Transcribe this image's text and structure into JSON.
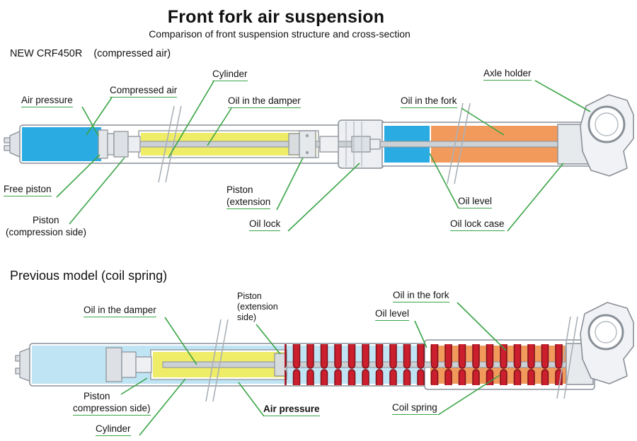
{
  "title": "Front fork air suspension",
  "subtitle": "Comparison of front suspension structure and cross-section",
  "colors": {
    "leader_line": "#3aa546",
    "air_blue": "#2aabe2",
    "oil_yellow": "#efec67",
    "oil_orange": "#f29a5c",
    "oil_lightblue": "#bfe4f3",
    "spring_red": "#cb1f2e",
    "spring_red_dark": "#7e0f1a"
  },
  "new_model": {
    "heading": "NEW CRF450R",
    "heading_note": "(compressed air)",
    "labels": {
      "air_pressure": "Air pressure",
      "compressed_air": "Compressed air",
      "cylinder": "Cylinder",
      "oil_in_damper": "Oil in the damper",
      "oil_in_fork": "Oil in the fork",
      "axle_holder": "Axle holder",
      "free_piston": "Free piston",
      "piston_compression_line1": "Piston",
      "piston_compression_line2": "(compression side)",
      "piston_extension_line1": "Piston",
      "piston_extension_line2": "(extension",
      "oil_lock": "Oil lock",
      "oil_level": "Oil level",
      "oil_lock_case": "Oil lock case"
    }
  },
  "previous_model": {
    "heading": "Previous model (coil spring)",
    "labels": {
      "oil_in_damper": "Oil in the damper",
      "piston_extension_line1": "Piston",
      "piston_extension_line2": "(extension",
      "piston_extension_line3": "side)",
      "oil_in_fork": "Oil in the fork",
      "oil_level": "Oil level",
      "piston_compression_line1": "Piston",
      "piston_compression_line2": "compression side)",
      "cylinder": "Cylinder",
      "air_pressure": "Air pressure",
      "coil_spring": "Coil spring"
    }
  }
}
